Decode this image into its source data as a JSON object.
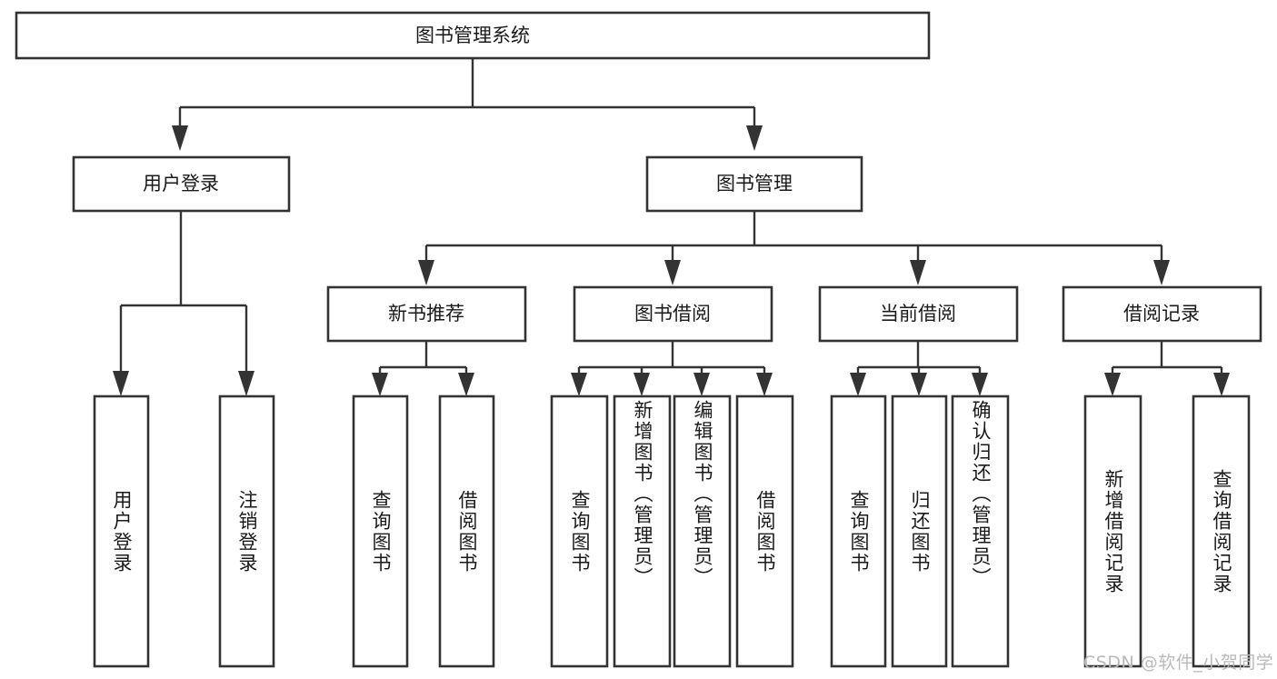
{
  "diagram": {
    "title": "图书管理系统",
    "type": "functional-decomposition-tree",
    "root": {
      "label": "图书管理系统"
    },
    "level2": [
      {
        "label": "用户登录"
      },
      {
        "label": "图书管理"
      }
    ],
    "level3": [
      {
        "label": "新书推荐"
      },
      {
        "label": "图书借阅"
      },
      {
        "label": "当前借阅"
      },
      {
        "label": "借阅记录"
      }
    ],
    "leaves": {
      "user_login": [
        "用户登录",
        "注销登录"
      ],
      "new_book_recommend": [
        "查询图书",
        "借阅图书"
      ],
      "book_borrow": [
        "查询图书",
        "新增图书（管理员）",
        "编辑图书（管理员）",
        "借阅图书"
      ],
      "current_borrow": [
        "查询图书",
        "归还图书",
        "确认归还（管理员）"
      ],
      "borrow_record": [
        "新增借阅记录",
        "查询借阅记录"
      ]
    }
  },
  "watermark": {
    "text": "CSDN @软件_小贺同学"
  },
  "colors": {
    "stroke": "#333333",
    "fill": "#ffffff",
    "text": "#1a1a1a",
    "watermark": "#b9b9b9"
  }
}
